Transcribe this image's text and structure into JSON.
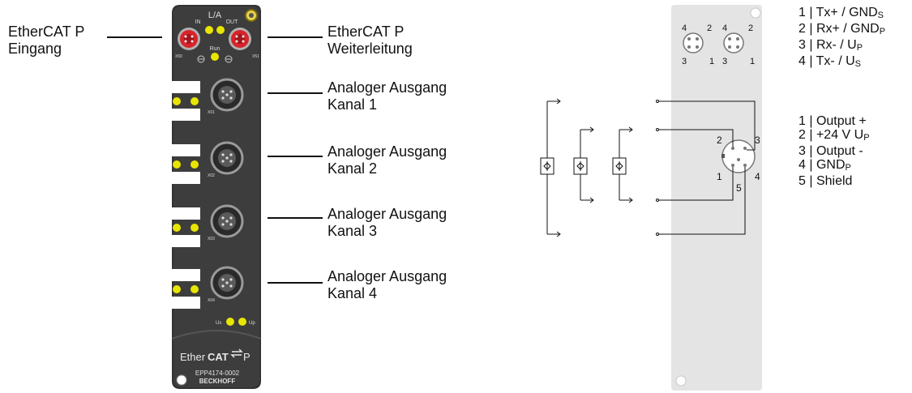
{
  "labels": {
    "ethercat_in": [
      "EtherCAT P",
      "Eingang"
    ],
    "ethercat_out": [
      "EtherCAT P",
      "Weiterleitung"
    ],
    "channels": [
      [
        "Analoger Ausgang",
        "Kanal 1"
      ],
      [
        "Analoger Ausgang",
        "Kanal 2"
      ],
      [
        "Analoger Ausgang",
        "Kanal 3"
      ],
      [
        "Analoger Ausgang",
        "Kanal 4"
      ]
    ]
  },
  "device": {
    "la": "L/A",
    "in": "IN",
    "out": "OUT",
    "run": "Run",
    "x50": "X50",
    "x51": "X51",
    "ports": [
      "X01",
      "X02",
      "X03",
      "X04"
    ],
    "us": "Us",
    "up": "Up",
    "brand_ether": "Ether",
    "brand_cat": "CAT",
    "brand_p": "P",
    "model": "EPP4174-0002",
    "maker": "BECKHOFF"
  },
  "diagram": {
    "m8_pins": [
      "4",
      "2",
      "4",
      "2",
      "3",
      "1",
      "3",
      "1"
    ],
    "m12_pins": [
      "2",
      "3",
      "1",
      "5",
      "4"
    ],
    "ethercat_pins": [
      {
        "num": "1",
        "text": "Tx+ / GND",
        "sub": "S"
      },
      {
        "num": "2",
        "text": "Rx+ / GND",
        "sub": "P"
      },
      {
        "num": "3",
        "text": "Rx- / U",
        "sub": "P"
      },
      {
        "num": "4",
        "text": "Tx- / U",
        "sub": "S"
      }
    ],
    "output_pins": [
      {
        "num": "1",
        "text": "Output +",
        "sub": ""
      },
      {
        "num": "2",
        "text": "+24 V U",
        "sub": "P"
      },
      {
        "num": "3",
        "text": "Output -",
        "sub": ""
      },
      {
        "num": "4",
        "text": "GND",
        "sub": "P"
      },
      {
        "num": "5",
        "text": "Shield",
        "sub": ""
      }
    ]
  },
  "colors": {
    "housing": "#3a3a3a",
    "led": "#e8e600",
    "connector_red": "#d8232a",
    "panel": "#e4e4e4"
  }
}
